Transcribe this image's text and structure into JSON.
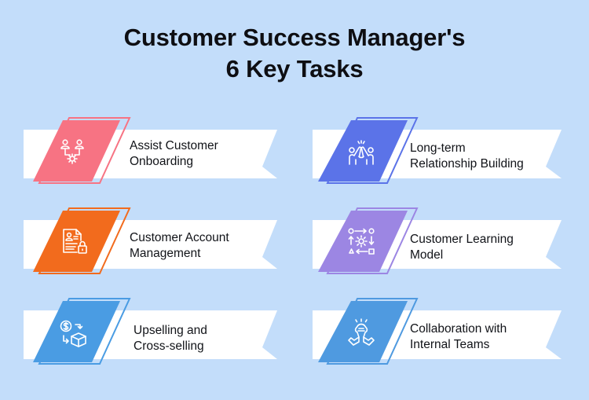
{
  "title": {
    "line1": "Customer Success Manager's",
    "line2": "6 Key Tasks"
  },
  "colors": {
    "background": "#C3DDFA",
    "ribbon": "#FFFFFF",
    "text": "#111318"
  },
  "tasks": [
    {
      "line1": "Assist Customer",
      "line2": "Onboarding",
      "icon": "users-gear-icon",
      "color": "#F77383",
      "column": "left",
      "row": 1
    },
    {
      "line1": "Long-term",
      "line2": "Relationship Building",
      "icon": "high-five-icon",
      "color": "#5B73E8",
      "column": "right",
      "row": 1
    },
    {
      "line1": "Customer Account",
      "line2": "Management",
      "icon": "document-lock-icon",
      "color": "#F26B1D",
      "column": "left",
      "row": 2
    },
    {
      "line1": "Customer Learning",
      "line2": "Model",
      "icon": "process-gear-icon",
      "color": "#9C86E3",
      "column": "right",
      "row": 2
    },
    {
      "line1": "Upselling and",
      "line2": "Cross-selling",
      "icon": "dollar-box-exchange-icon",
      "color": "#4A9CE3",
      "column": "left",
      "row": 3
    },
    {
      "line1": "Collaboration with",
      "line2": "Internal Teams",
      "icon": "handshake-icon",
      "color": "#4F9AE0",
      "column": "right",
      "row": 3
    }
  ]
}
